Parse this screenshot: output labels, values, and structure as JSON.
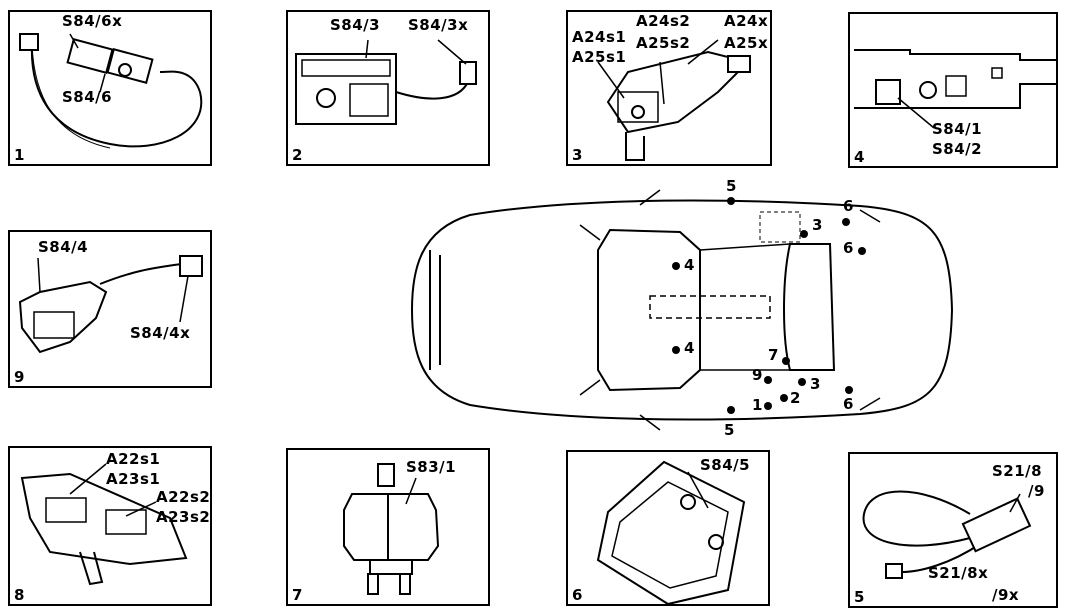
{
  "panels": {
    "p1": {
      "number": "1",
      "top": "S84/6x",
      "bottom": "S84/6"
    },
    "p2": {
      "number": "2",
      "left": "S84/3",
      "right": "S84/3x"
    },
    "p3": {
      "number": "3",
      "a": "A24s1",
      "b": "A25s1",
      "c": "A24s2",
      "d": "A25s2",
      "e": "A24x",
      "f": "A25x"
    },
    "p4": {
      "number": "4",
      "a": "S84/1",
      "b": "S84/2"
    },
    "p9": {
      "number": "9",
      "top": "S84/4",
      "bottom": "S84/4x"
    },
    "p8": {
      "number": "8",
      "a": "A22s1",
      "b": "A23s1",
      "c": "A22s2",
      "d": "A23s2"
    },
    "p7": {
      "number": "7",
      "a": "S83/1"
    },
    "p6": {
      "number": "6",
      "a": "S84/5"
    },
    "p5": {
      "number": "5",
      "a": "S21/8",
      "b": "/9",
      "c": "S21/8x",
      "d": "/9x"
    }
  },
  "car": {
    "labels": [
      "5",
      "6",
      "3",
      "6",
      "4",
      "4",
      "7",
      "9",
      "3",
      "2",
      "1",
      "6",
      "5"
    ]
  }
}
